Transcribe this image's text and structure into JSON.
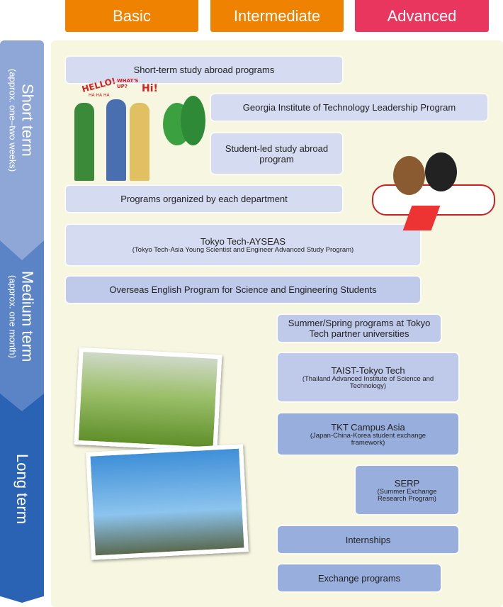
{
  "levels": {
    "basic": "Basic",
    "intermediate": "Intermediate",
    "advanced": "Advanced"
  },
  "terms": {
    "short": {
      "title": "Short term",
      "sub": "(approx. one–two weeks)"
    },
    "medium": {
      "title": "Medium term",
      "sub": "(approx. one month)"
    },
    "long": {
      "title": "Long term"
    }
  },
  "programs": [
    {
      "title": "Short-term study abroad programs"
    },
    {
      "title": "Georgia Institute of Technology Leadership Program"
    },
    {
      "title": "Student-led study abroad program"
    },
    {
      "title": "Programs organized by each department"
    },
    {
      "title": "Tokyo Tech-AYSEAS",
      "sub": "(Tokyo Tech-Asia Young Scientist and Engineer Advanced Study Program)"
    },
    {
      "title": "Overseas English Program for Science and Engineering Students"
    },
    {
      "title": "Summer/Spring programs at Tokyo Tech partner universities"
    },
    {
      "title": "TAIST-Tokyo Tech",
      "sub": "(Thailand Advanced Institute of Science and Technology)"
    },
    {
      "title": "TKT Campus Asia",
      "sub": "(Japan-China-Korea student exchange framework)"
    },
    {
      "title": "SERP",
      "sub": "(Summer Exchange Research Program)"
    },
    {
      "title": "Internships"
    },
    {
      "title": "Exchange programs"
    }
  ],
  "illustration": {
    "speech": [
      "HELLO!",
      "HA HA HA",
      "WHAT'S UP?",
      "Hi!"
    ]
  },
  "colors": {
    "basic": "#ef8200",
    "intermediate": "#ef8200",
    "advanced": "#e8365e"
  }
}
